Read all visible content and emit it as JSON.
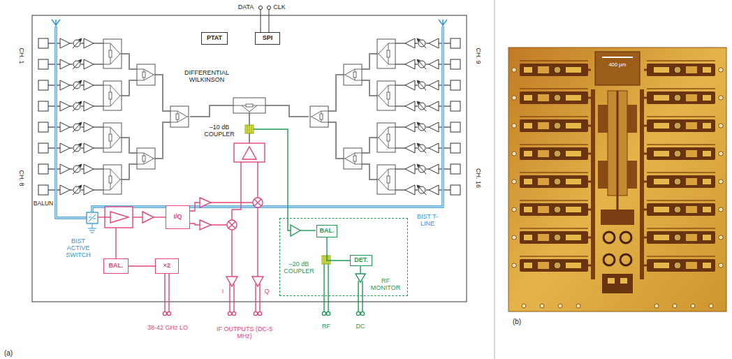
{
  "diagram": {
    "nodes": [
      {
        "text": [
          "PTAT"
        ]
      },
      {
        "text": [
          "SPI"
        ]
      },
      {
        "text": [
          "I/Q"
        ]
      },
      {
        "text": [
          "BAL."
        ]
      },
      {
        "text": [
          "×2"
        ]
      },
      {
        "text": [
          "RF MONITOR"
        ]
      },
      {
        "text": [
          "BAL."
        ],
        "in": 5
      },
      {
        "text": [
          "DET."
        ],
        "in": 5
      }
    ],
    "edges": [
      {
        "from": 4,
        "to": 3,
        "arrow": "none"
      },
      {
        "from": 6,
        "to": 7,
        "arrow": "none"
      }
    ],
    "labels": [
      "DATA",
      "CLK",
      "CH. 1",
      "CH. 8",
      "CH. 9",
      "CH. 16",
      "DIFFERENTIAL WILKINSON",
      "–10 dB COUPLER",
      "BALUN",
      "BIST ACTIVE SWITCH",
      "BIST T-LINE",
      "–20 dB COUPLER",
      "I",
      "Q",
      "38-42 GHz LO",
      "IF OUTPUTS (DC-5 MHz)",
      "RF",
      "DC",
      "(a)",
      "400 μm",
      "(b)"
    ]
  }
}
